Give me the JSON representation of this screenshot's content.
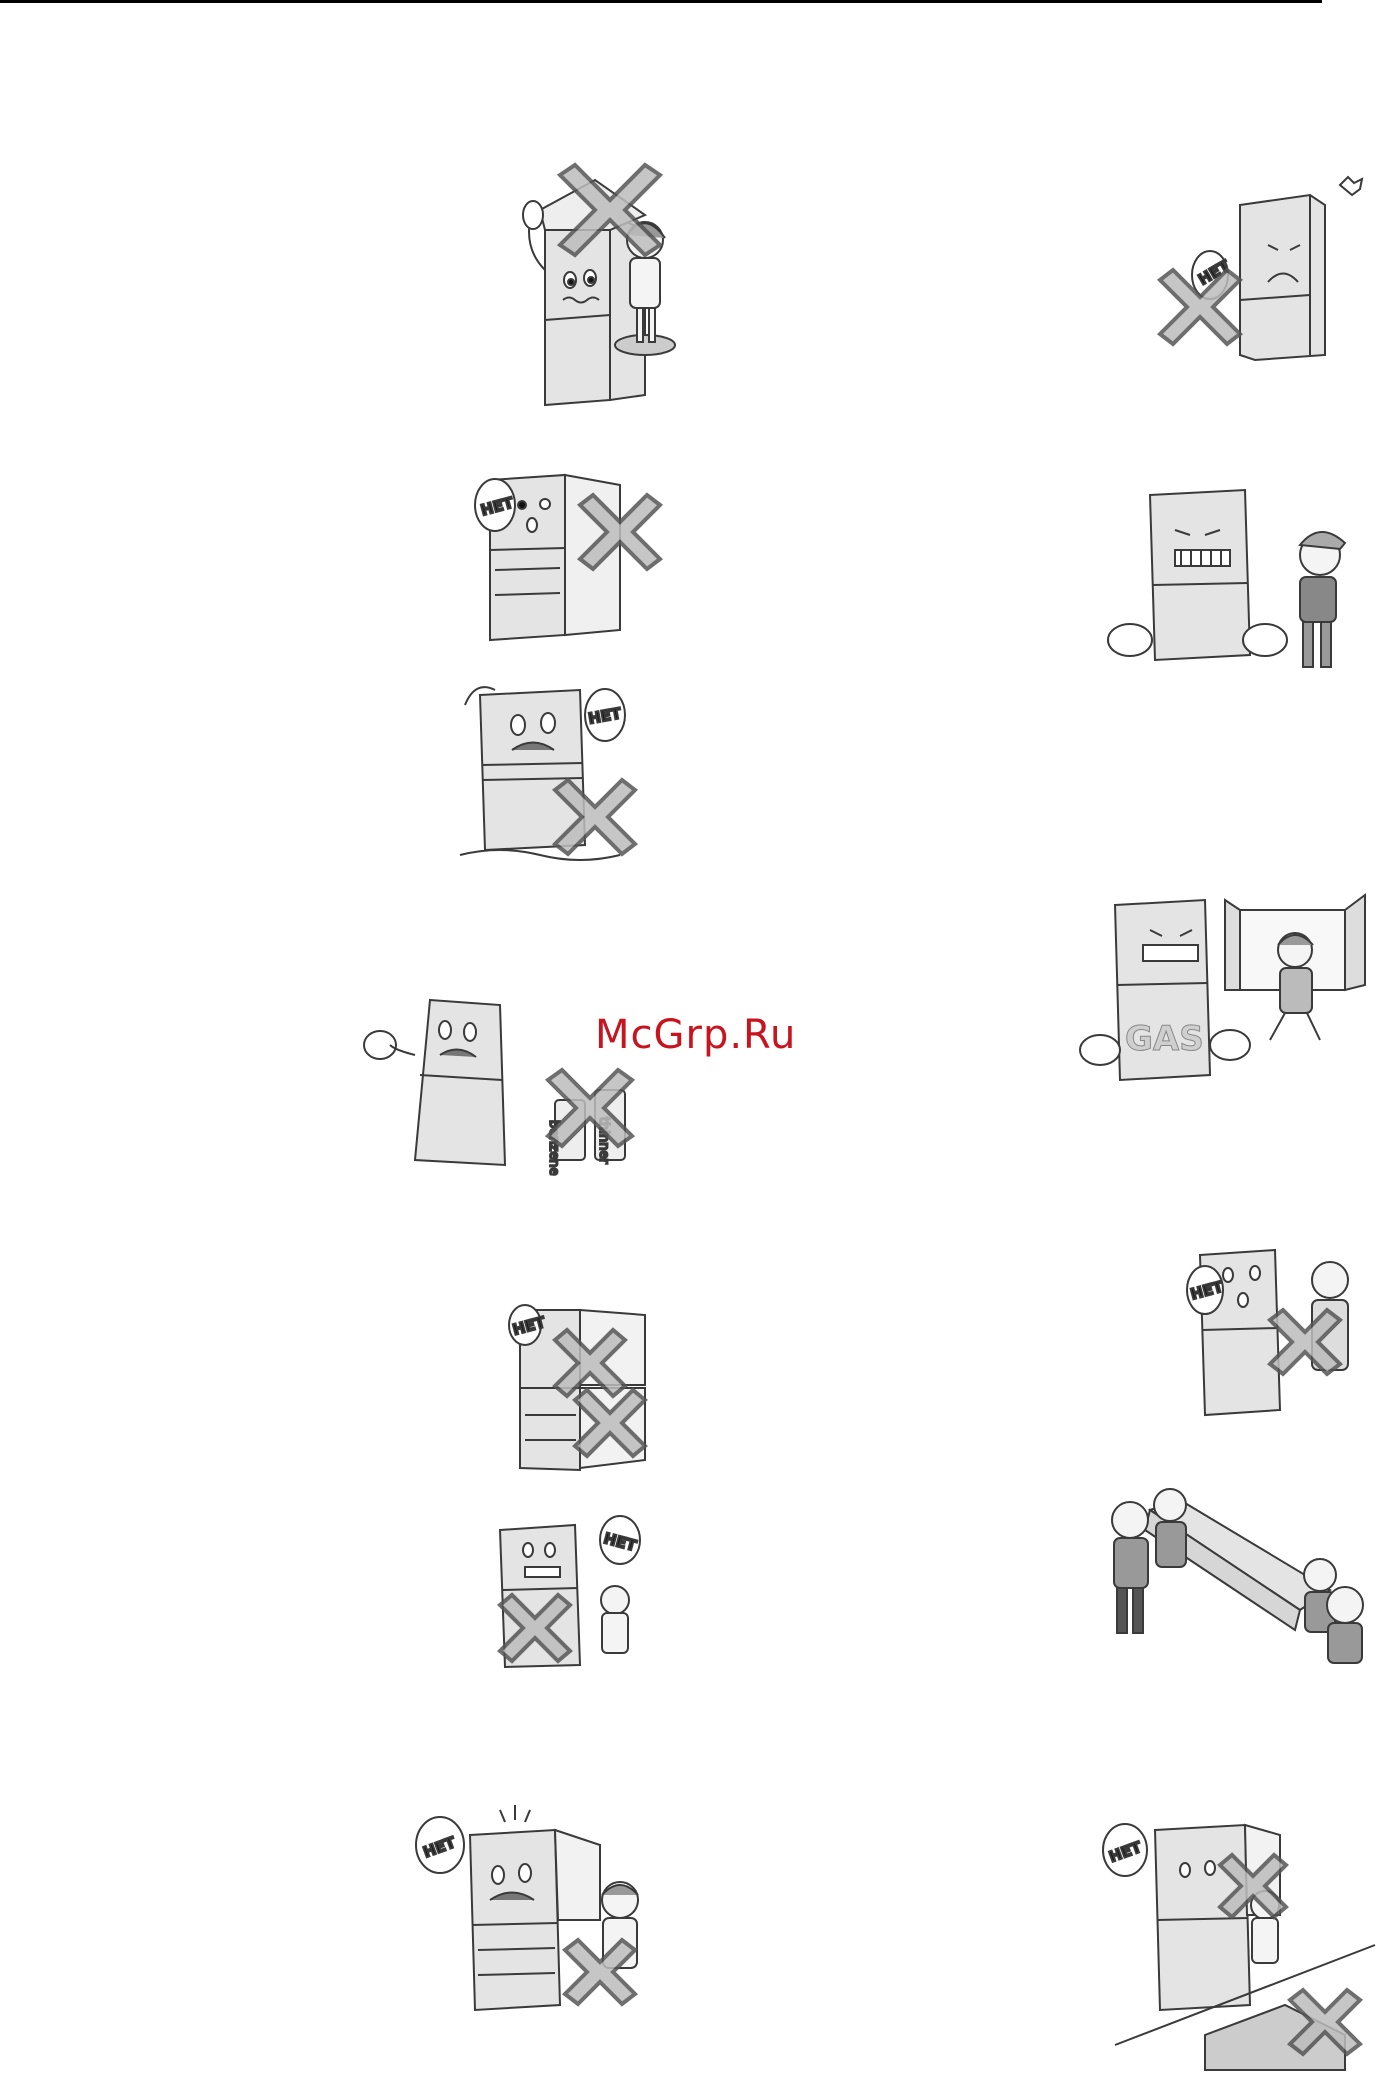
{
  "header": {
    "rule": true
  },
  "watermark": "McGrp.Ru",
  "labels": {
    "net": "НЕТ",
    "gas": "GAS",
    "thinner": "thinner",
    "benzene": "benzene"
  },
  "colors": {
    "outline": "#3a3a3a",
    "fridge_fill": "#e4e4e4",
    "prohibit_fill": "#bdbdbd",
    "watermark": "#c8141e"
  },
  "illustrations": [
    {
      "name": "child-climbing-on-fridge",
      "icons": [
        "fridge-character-icon",
        "child-icon",
        "prohibit-x-icon"
      ]
    },
    {
      "name": "fridge-stop-hand",
      "icons": [
        "fridge-character-icon",
        "stop-hand-icon",
        "prohibit-x-icon"
      ]
    },
    {
      "name": "child-in-fridge",
      "icons": [
        "fridge-character-icon",
        "stop-hand-icon",
        "prohibit-x-icon"
      ]
    },
    {
      "name": "repair-person",
      "icons": [
        "fridge-character-icon",
        "technician-icon"
      ]
    },
    {
      "name": "water-splash",
      "icons": [
        "fridge-character-icon",
        "stop-hand-icon",
        "prohibit-x-icon"
      ]
    },
    {
      "name": "flammable-spray",
      "icons": [
        "fridge-character-icon",
        "spray-can-icon",
        "prohibit-x-icon"
      ]
    },
    {
      "name": "gas-leak-window",
      "icons": [
        "fridge-character-icon",
        "window-icon",
        "child-icon"
      ]
    },
    {
      "name": "bottles-in-door",
      "icons": [
        "fridge-character-icon",
        "stop-hand-icon",
        "prohibit-x-icon"
      ]
    },
    {
      "name": "hanging-on-door",
      "icons": [
        "fridge-character-icon",
        "stop-hand-icon",
        "prohibit-x-icon"
      ]
    },
    {
      "name": "pet-in-fridge",
      "icons": [
        "fridge-character-icon",
        "stop-hand-icon",
        "prohibit-x-icon"
      ]
    },
    {
      "name": "moving-fridge",
      "icons": [
        "fridge-icon",
        "workers-icon"
      ]
    },
    {
      "name": "door-hit-child",
      "icons": [
        "fridge-character-icon",
        "stop-hand-icon",
        "prohibit-x-icon"
      ]
    },
    {
      "name": "power-strip",
      "icons": [
        "fridge-character-icon",
        "stop-hand-icon",
        "prohibit-x-icon"
      ]
    }
  ]
}
